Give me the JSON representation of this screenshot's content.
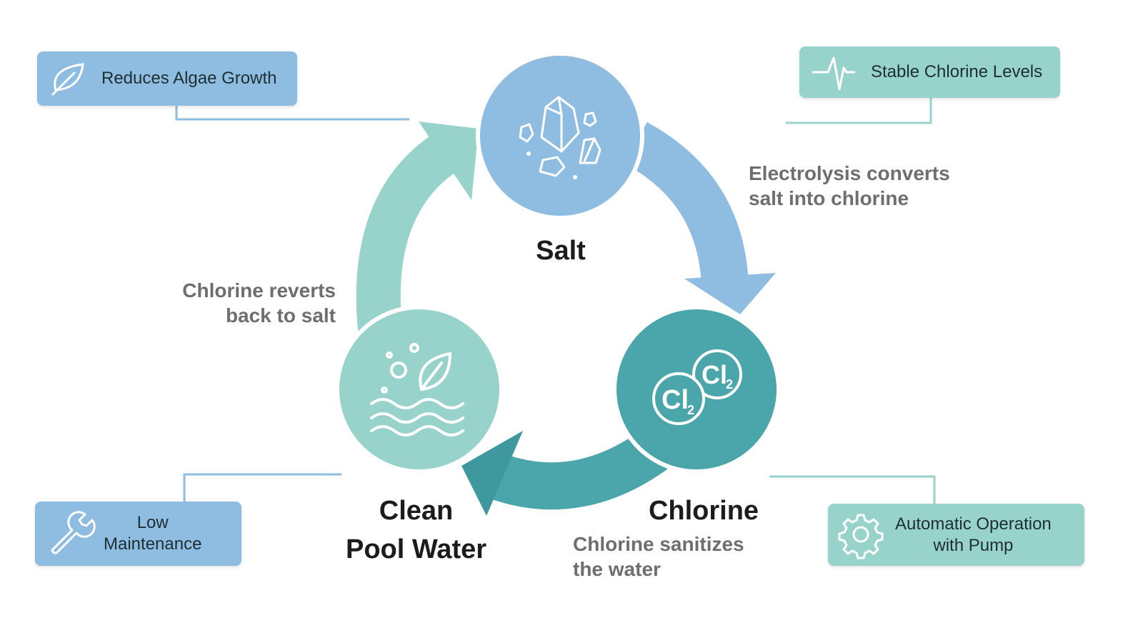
{
  "colors": {
    "salt": "#8fbde2",
    "chlorine": "#4aa6ab",
    "water": "#98d3cb",
    "arrow_blue": "#8fbde2",
    "arrow_teal": "#4aa6ab",
    "arrow_green": "#98d3cb"
  },
  "nodes": {
    "salt": "Salt",
    "chlorine": "Chlorine",
    "water_line1": "Clean",
    "water_line2": "Pool Water",
    "cl_symbol": "Cl",
    "cl_sub": "2"
  },
  "steps": {
    "electrolysis_1": "Electrolysis converts",
    "electrolysis_2": "salt into chlorine",
    "sanitize_1": "Chlorine sanitizes",
    "sanitize_2": "the water",
    "revert_1": "Chlorine reverts",
    "revert_2": "back to salt"
  },
  "benefits": {
    "algae": {
      "label": "Reduces Algae Growth",
      "icon": "leaf-icon"
    },
    "stable": {
      "label": "Stable Chlorine Levels",
      "icon": "pulse-icon"
    },
    "maintenance": {
      "line1": "Low",
      "line2": "Maintenance",
      "icon": "wrench-icon"
    },
    "automatic": {
      "line1": "Automatic Operation",
      "line2": "with Pump",
      "icon": "gear-icon"
    }
  }
}
